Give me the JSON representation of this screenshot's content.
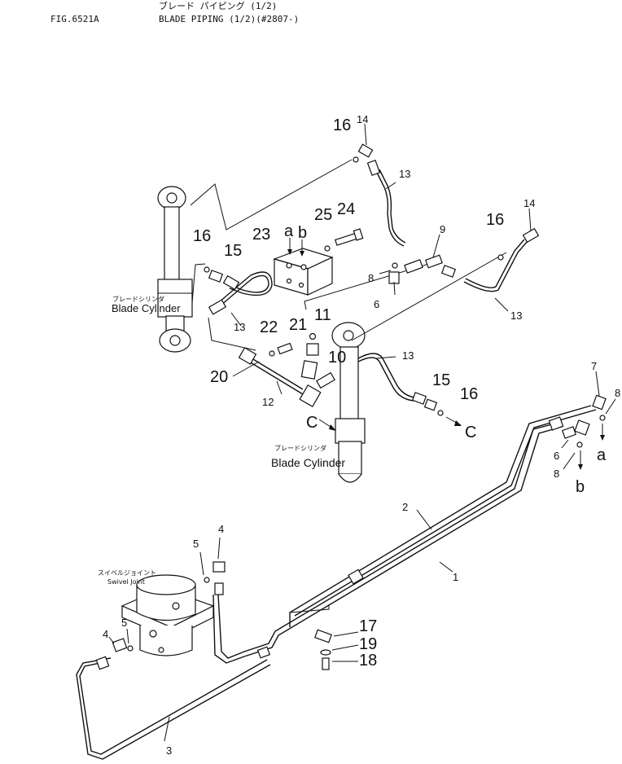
{
  "header": {
    "fig_no": "FIG.6521A",
    "title_jp": "ブレード パイピング (1/2)",
    "title_en": "BLADE PIPING (1/2)(#2807-)"
  },
  "labels": {
    "blade_cyl_1_jp": "ブレードシリンダ",
    "blade_cyl_1_en": "Blade Cylinder",
    "blade_cyl_2_jp": "ブレードシリンダ",
    "blade_cyl_2_en": "Blade Cylinder",
    "swivel_jp": "スイベルジョイント",
    "swivel_en": "Swivel Joint"
  },
  "refs": {
    "c1": "C",
    "c2": "C",
    "a1": "a",
    "b1": "b",
    "a2": "a",
    "b2": "b"
  },
  "parts": {
    "p1": "1",
    "p2": "2",
    "p3": "3",
    "p4a": "4",
    "p4b": "4",
    "p5a": "5",
    "p5b": "5",
    "p6a": "6",
    "p6b": "6",
    "p7": "7",
    "p8a": "8",
    "p8b": "8",
    "p8c": "8",
    "p9": "9",
    "p10": "10",
    "p11": "11",
    "p12": "12",
    "p13a": "13",
    "p13b": "13",
    "p13c": "13",
    "p13d": "13",
    "p14a": "14",
    "p14b": "14",
    "p15a": "15",
    "p15b": "15",
    "p16a": "16",
    "p16b": "16",
    "p16c": "16",
    "p16d": "16",
    "p17": "17",
    "p18": "18",
    "p19": "19",
    "p20": "20",
    "p21": "21",
    "p22": "22",
    "p23": "23",
    "p24": "24",
    "p25": "25"
  }
}
